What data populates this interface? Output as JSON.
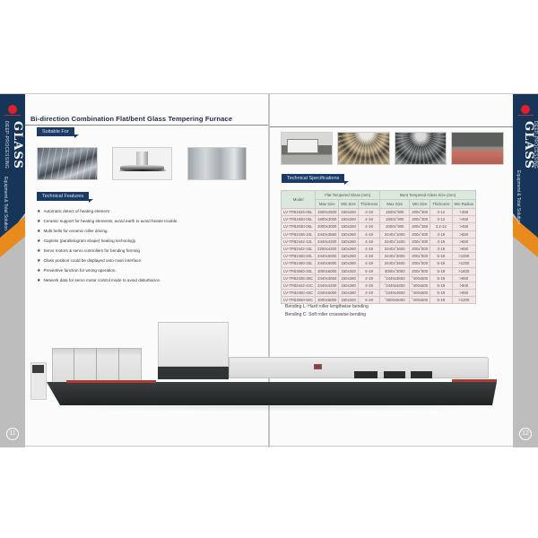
{
  "left_page": {
    "title": "Bi-direction Combination Flat/bent Glass Tempering Furnace",
    "suitable_for_label": "Suitable For",
    "suitable_images": [
      "glass-curtain-wall-building",
      "range-hood",
      "glass-door"
    ],
    "technical_features_label": "Technical Features",
    "features": [
      "Automatic detect of heating element",
      "Ceramic support for heating elements, avoid earth to avoid heater trouble.",
      "Multi belts for ceramic roller driving.",
      "Gapless  (parallelogram shape) heating technology.",
      "Servo motors & servo controllers for bending forming",
      "Glass position could be displayed onto main interface",
      "Preventive function for wrong operation.",
      "Network data for servo motor control mode to avoid disturbance."
    ],
    "page_number": "11"
  },
  "right_page": {
    "images": [
      "factory-exterior",
      "glass-dome-structure",
      "curved-glass-dome",
      "tempering-furnace-bed"
    ],
    "technical_specifications_label": "Technical Specifications",
    "table": {
      "model_header": "Model",
      "flat_group_header": "Flat Tempered Glass (mm)",
      "bent_group_header": "Bent Tempered Glass Size (mm)",
      "sub_headers": [
        "Max Size",
        "Min Size",
        "Thickness",
        "Max Size",
        "Min Size",
        "Thickness",
        "Min Radius"
      ],
      "rows": [
        [
          "LV-TFB1525-06L",
          "1500x2500",
          "150x250",
          "3-19",
          "1500x˜800",
          "200x˜300",
          "3-12",
          ">350"
        ],
        [
          "LV-TFB1830-06L",
          "1800x3000",
          "150x250",
          "4-19",
          "1800x˜900",
          "200x˜300",
          "3-12",
          ">450"
        ],
        [
          "LV-TFB2030-06L",
          "2000x3000",
          "150x250",
          "4-19",
          "2000x˜900",
          "200x˜350",
          "3.2-12",
          ">450"
        ],
        [
          "LV-TFB2436-10L",
          "2440x3660",
          "150x280",
          "4-19",
          "2440x˜1000",
          "200x˜400",
          "4-19",
          ">550"
        ],
        [
          "LV-TFB2442-12L",
          "2440x4200",
          "150x280",
          "4-19",
          "2440x˜1200",
          "200x˜400",
          "4-19",
          ">650"
        ],
        [
          "LV-TFB2442-16L",
          "2200x4200",
          "150x280",
          "4-19",
          "2440x˜1600",
          "200x˜500",
          "4-19",
          ">850"
        ],
        [
          "LV-TFB2450-20L",
          "2440x5000",
          "150x280",
          "4-19",
          "2440x˜2000",
          "200x˜500",
          "5-19",
          ">1000"
        ],
        [
          "LV-TFB2460-25L",
          "2440x6000",
          "150x280",
          "4-19",
          "2440x˜2500",
          "200x˜500",
          "5-19",
          ">1250"
        ],
        [
          "LV-TFB3060-30L",
          "3000x6000",
          "150x320",
          "5-19",
          "3000x˜3000",
          "200x˜600",
          "5-19",
          ">1500"
        ],
        [
          "LV-TFB2436-36C",
          "2440x3660",
          "150x280",
          "4-19",
          "˜2440x3600",
          "˜400x500",
          "5-19",
          ">950"
        ],
        [
          "LV-TFB2442-42C",
          "2440x4200",
          "150x280",
          "4-19",
          "˜2440x4200",
          "˜400x500",
          "5-19",
          ">900"
        ],
        [
          "LV-TFB2450-45C",
          "2440x5000",
          "150x280",
          "4-19",
          "˜2440x4500",
          "˜400x500",
          "5-19",
          ">950"
        ],
        [
          "LV-TFB3060-50C",
          "3000x6000",
          "150x320",
          "5-19",
          "˜3000x5000",
          "˜400x500",
          "5-19",
          ">1200"
        ]
      ]
    },
    "notes": [
      "Bending L: Hard roller lengthwise bending",
      "Bending C: Soft roller crosswise bending"
    ],
    "page_number": "12"
  },
  "sidebar": {
    "brand": "GLASS",
    "subtitle": "DEEP-PROCESSING",
    "tagline": "Equipment & Total Solution"
  },
  "colors": {
    "navy": "#173559",
    "orange": "#e98b1c",
    "logo_red": "#e0202a",
    "tag_blue": "#1b3a66",
    "table_header_green": "#dde8dd",
    "table_row_pink": "#f4e6e2"
  }
}
